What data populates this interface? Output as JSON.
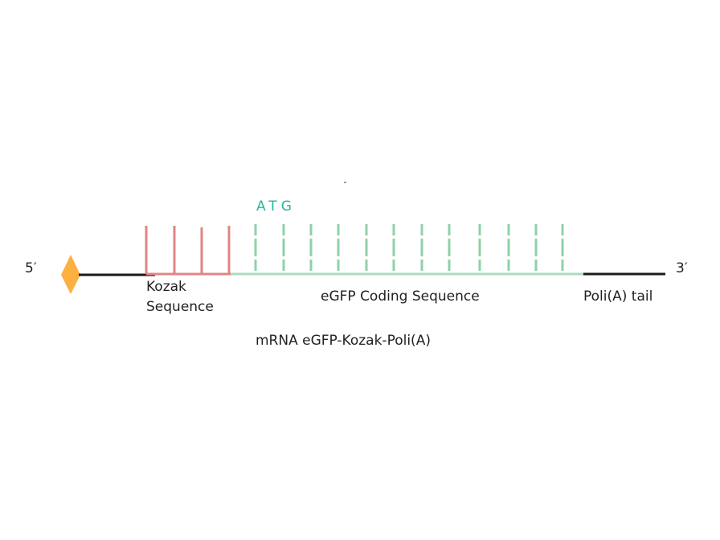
{
  "diagram": {
    "title": "mRNA eGFP-Kozak-Poli(A)",
    "five_prime": "5′",
    "three_prime": "3′",
    "start_codon": "ATG",
    "segments": {
      "kozak": {
        "label_line1": "Kozak",
        "label_line2": "Sequence",
        "color": "#e08585"
      },
      "coding": {
        "label": "eGFP Coding Sequence",
        "color": "#9ad6b0"
      },
      "polya": {
        "label": "Poli(A) tail",
        "color": "#1a1a1a"
      }
    },
    "cap_color": "#fbb040",
    "kozak_ticks_x": [
      182,
      217,
      251,
      285
    ],
    "coding_ticks_x": [
      318,
      353,
      387,
      421,
      456,
      490,
      525,
      559,
      597,
      633,
      667,
      700
    ]
  }
}
